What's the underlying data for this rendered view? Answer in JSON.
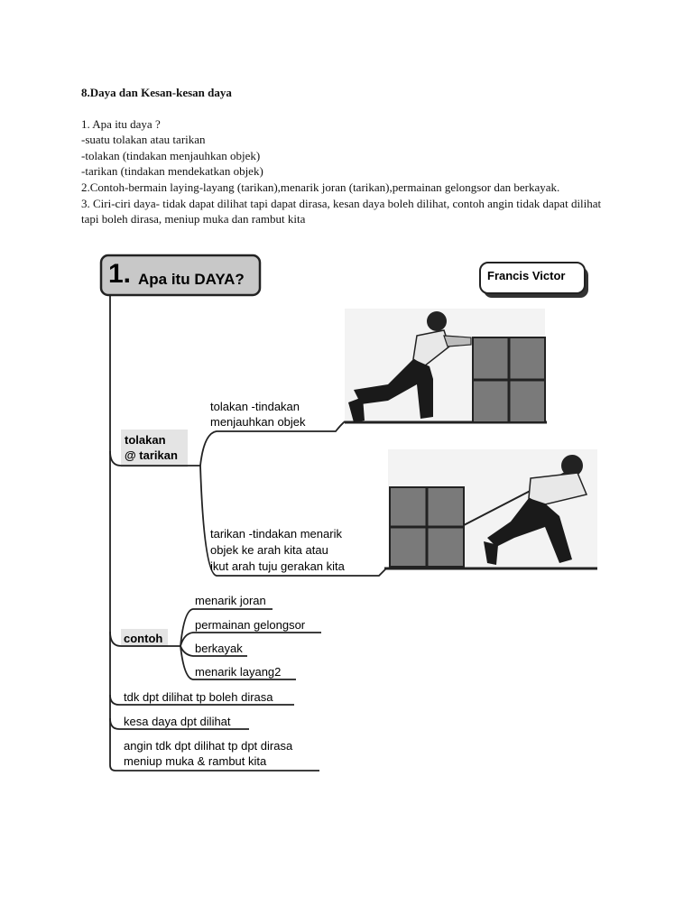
{
  "document": {
    "title": "8.Daya dan Kesan-kesan daya",
    "lines": [
      "1. Apa itu daya ?",
      "-suatu tolakan atau tarikan",
      "-tolakan (tindakan menjauhkan objek)",
      "-tarikan (tindakan mendekatkan objek)"
    ],
    "para2": "2.Contoh-bermain laying-layang (tarikan),menarik joran (tarikan),permainan gelongsor dan berkayak.",
    "para3": "3. Ciri-ciri daya- tidak dapat dilihat tapi dapat dirasa, kesan daya boleh dilihat, contoh angin tidak dapat dilihat tapi boleh dirasa, meniup muka dan rambut kita"
  },
  "mindmap": {
    "root_number": "1.",
    "root_title": "Apa itu DAYA?",
    "author": "Francis Victor",
    "branch1_label": [
      "tolakan",
      "@ tarikan"
    ],
    "tolakan_text": [
      "tolakan -tindakan",
      "menjauhkan objek"
    ],
    "tarikan_text": [
      "tarikan -tindakan menarik",
      "objek ke arah kita atau",
      "ikut arah tuju gerakan kita"
    ],
    "branch2_label": "contoh",
    "contoh_items": [
      "menarik joran",
      "permainan gelongsor",
      "berkayak",
      "menarik layang2"
    ],
    "leaf1": "tdk dpt dilihat tp boleh dirasa",
    "leaf2": "kesa daya dpt dilihat",
    "leaf3": [
      "angin tdk dpt dilihat tp dpt dirasa",
      "meniup muka & rambut kita"
    ]
  },
  "illustrations": {
    "push": "push-figure",
    "pull": "pull-figure"
  }
}
